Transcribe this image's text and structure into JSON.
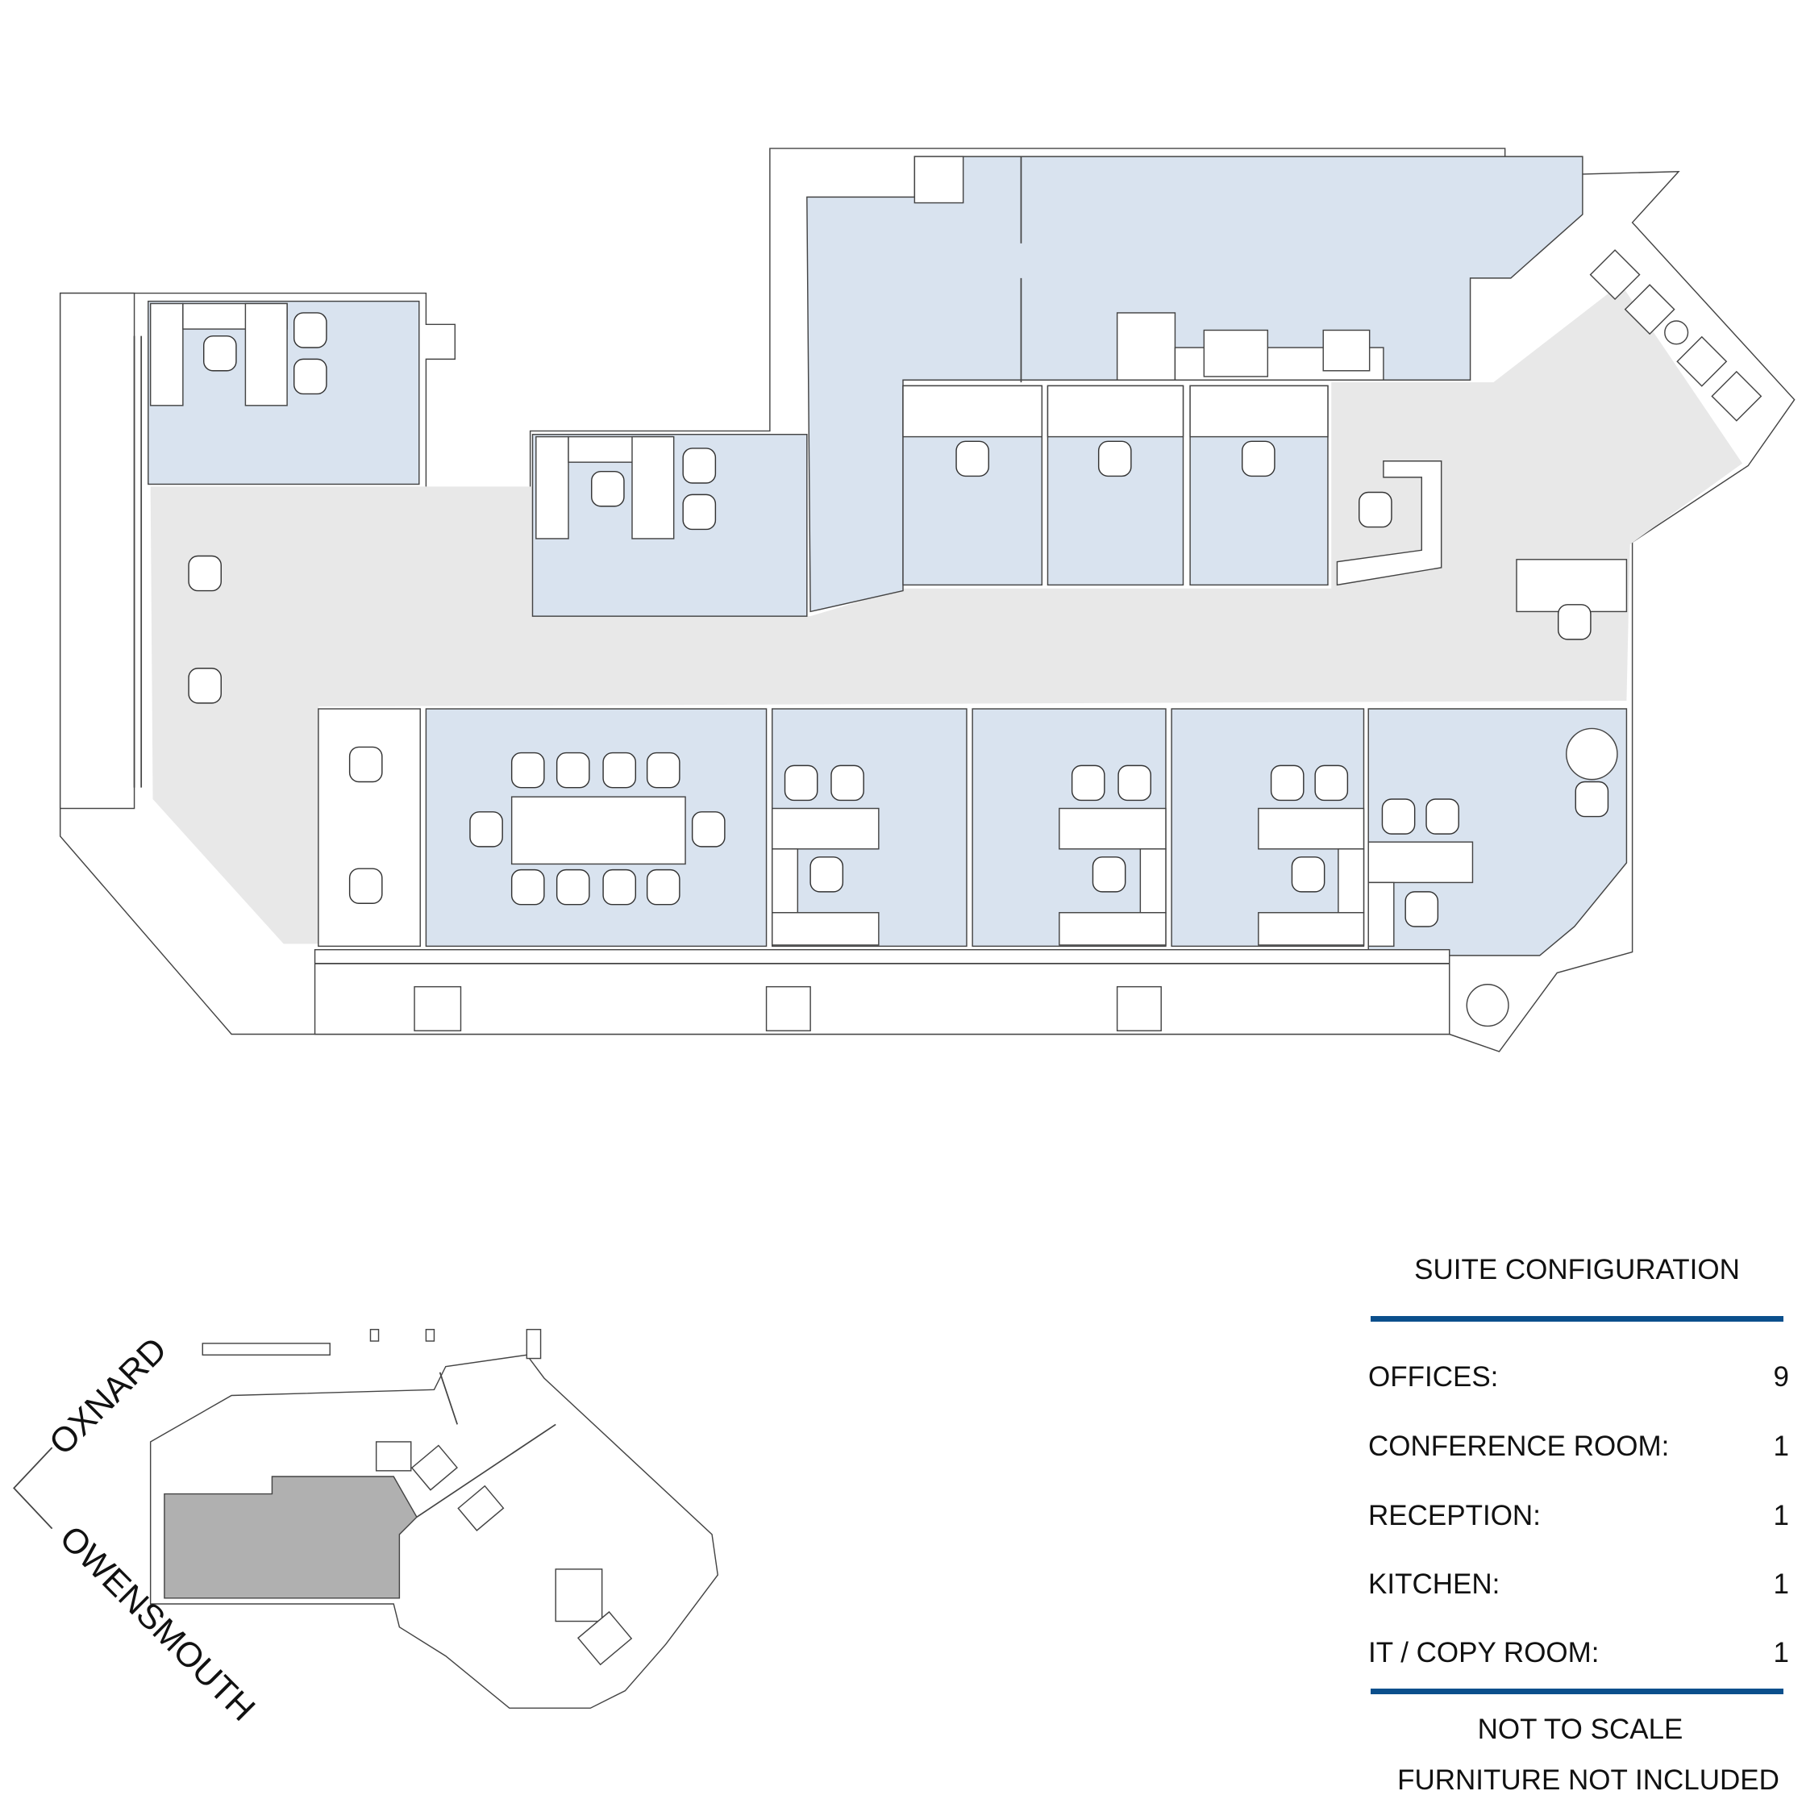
{
  "legend": {
    "title": "SUITE CONFIGURATION",
    "rows": [
      {
        "label": "OFFICES:",
        "value": "9"
      },
      {
        "label": "CONFERENCE ROOM:",
        "value": "1"
      },
      {
        "label": "RECEPTION:",
        "value": "1"
      },
      {
        "label": "KITCHEN:",
        "value": "1"
      },
      {
        "label": "IT / COPY ROOM:",
        "value": "1"
      }
    ],
    "notes": [
      "NOT TO SCALE",
      "FURNITURE NOT INCLUDED"
    ]
  },
  "keyplan": {
    "streets": [
      "OXNARD",
      "OWENSMOUTH"
    ]
  },
  "colors": {
    "office_fill": "#d9e3ef",
    "corridor_fill": "#e8e8e8",
    "suite_highlight": "#b0b0b0",
    "rule": "#0b4f8c"
  }
}
